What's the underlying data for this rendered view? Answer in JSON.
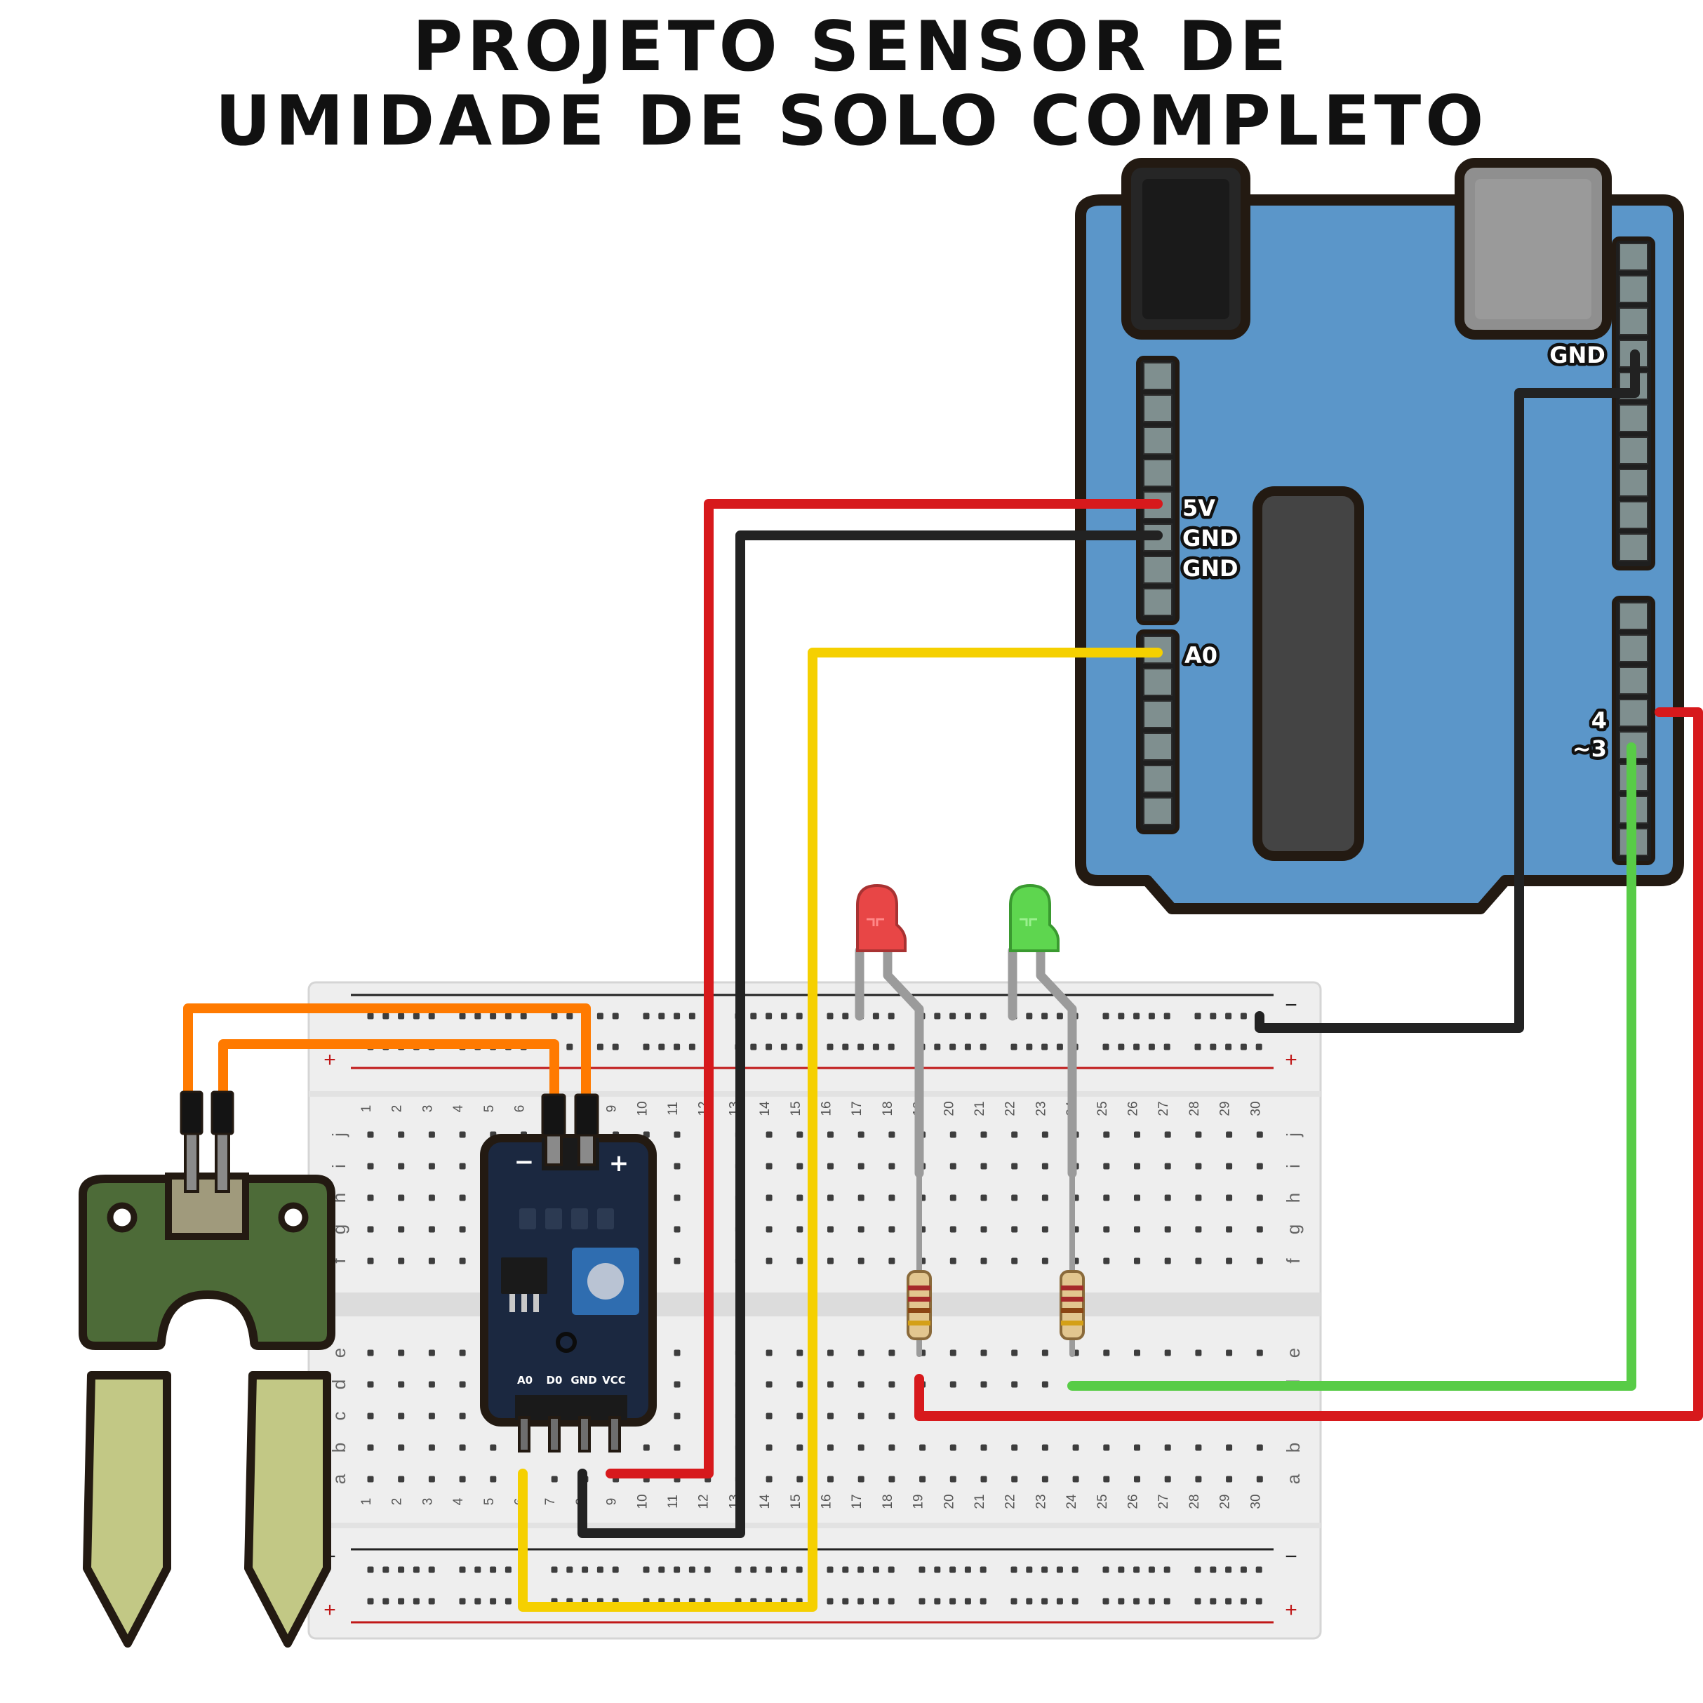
{
  "title": {
    "line1": "PROJETO SENSOR DE",
    "line2": "UMIDADE DE SOLO COMPLETO"
  },
  "arduino": {
    "pin_labels": {
      "gnd_top": "GND",
      "v5": "5V",
      "gnd1": "GND",
      "gnd2": "GND",
      "a0": "A0",
      "d4": "4",
      "d3": "~3"
    }
  },
  "sensor_module": {
    "minus": "−",
    "plus": "+",
    "pin_labels": [
      "A0",
      "D0",
      "GND",
      "VCC"
    ]
  },
  "breadboard": {
    "rows_top": [
      "j",
      "i",
      "h",
      "g",
      "f"
    ],
    "rows_bottom": [
      "e",
      "d",
      "c",
      "b",
      "a"
    ],
    "rail_minus": "−",
    "rail_plus": "+",
    "columns": [
      "1",
      "2",
      "3",
      "4",
      "5",
      "6",
      "7",
      "8",
      "9",
      "10",
      "11",
      "12",
      "13",
      "14",
      "15",
      "16",
      "17",
      "18",
      "19",
      "20",
      "21",
      "22",
      "23",
      "24",
      "25",
      "26",
      "27",
      "28",
      "29",
      "30"
    ]
  },
  "leds": [
    {
      "color": "red",
      "fill": "#e84646"
    },
    {
      "color": "green",
      "fill": "#5ed64f"
    }
  ],
  "colors": {
    "arduino_board": "#5b96c9",
    "wire_red": "#d7191c",
    "wire_black": "#222222",
    "wire_yellow": "#f5d000",
    "wire_green": "#58cc47",
    "wire_orange": "#ff7a00",
    "probe_pcb": "#4d6b38",
    "probe_legs": "#c2c885",
    "module_pcb": "#1b2840",
    "potentiometer": "#2f6db0"
  }
}
